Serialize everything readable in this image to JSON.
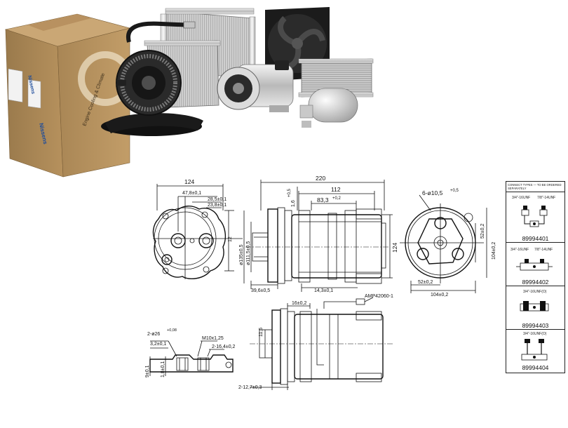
{
  "brand": {
    "name": "Nissens",
    "box_text": "Engine Cooling & Climate"
  },
  "photo": {
    "products": [
      "cardboard box",
      "heater blower fan",
      "condenser",
      "radiator fan",
      "a/c compressor",
      "heater core",
      "receiver drier"
    ]
  },
  "drawing": {
    "top_dims": {
      "d124": "124",
      "d47_8": "47,8±0,1",
      "d28_5": "28,5±0,1",
      "d23_8": "23,8±0,1",
      "d220": "220",
      "d112": "112",
      "d83_3": "83,3",
      "d83_3_tol": "+0,2",
      "d1_6": "1,6",
      "d1_6_tol": "+0,5",
      "holes": "6-ø10,5",
      "holes_tol": "+0,5",
      "d135": "ø135±0,5",
      "d111": "ø111,5±0,5",
      "d124v": "124",
      "d12": "12",
      "d52": "52±0,2",
      "d104v": "104±0,2",
      "d39_6": "39,6±0,5",
      "d14_3": "14,3±0,1",
      "d52h": "52±0,2",
      "d104h": "104±0,2"
    },
    "bottom_dims": {
      "amp": "AMP42060-1",
      "d16": "16±0,2",
      "d11_5": "11,5",
      "d2_8": "2-ø26",
      "d2_8_tol": "+0,08",
      "d3_2": "3,2±0,1",
      "m10": "M10x1,25",
      "d2_16": "2-16,4±0,2",
      "d9": "9±0,1",
      "d1_8": "1,8±0,1",
      "d2_12": "2-12,7±0,3"
    }
  },
  "part_table": {
    "header": "CONNECT TYPES — TO BE ORDERED SEPARATELY",
    "items": [
      {
        "code": "89994401",
        "labels": [
          "3/4\"-16UNF",
          "7/8\"-14UNF"
        ]
      },
      {
        "code": "89994402",
        "labels": [
          "3/4\"-16UNF",
          "7/8\"-14UNF"
        ]
      },
      {
        "code": "89994403",
        "labels": [
          "3/4\"-16UNF(O)",
          ""
        ]
      },
      {
        "code": "89994404",
        "labels": [
          "3/4\"-16UNF(O)",
          ""
        ]
      }
    ]
  }
}
